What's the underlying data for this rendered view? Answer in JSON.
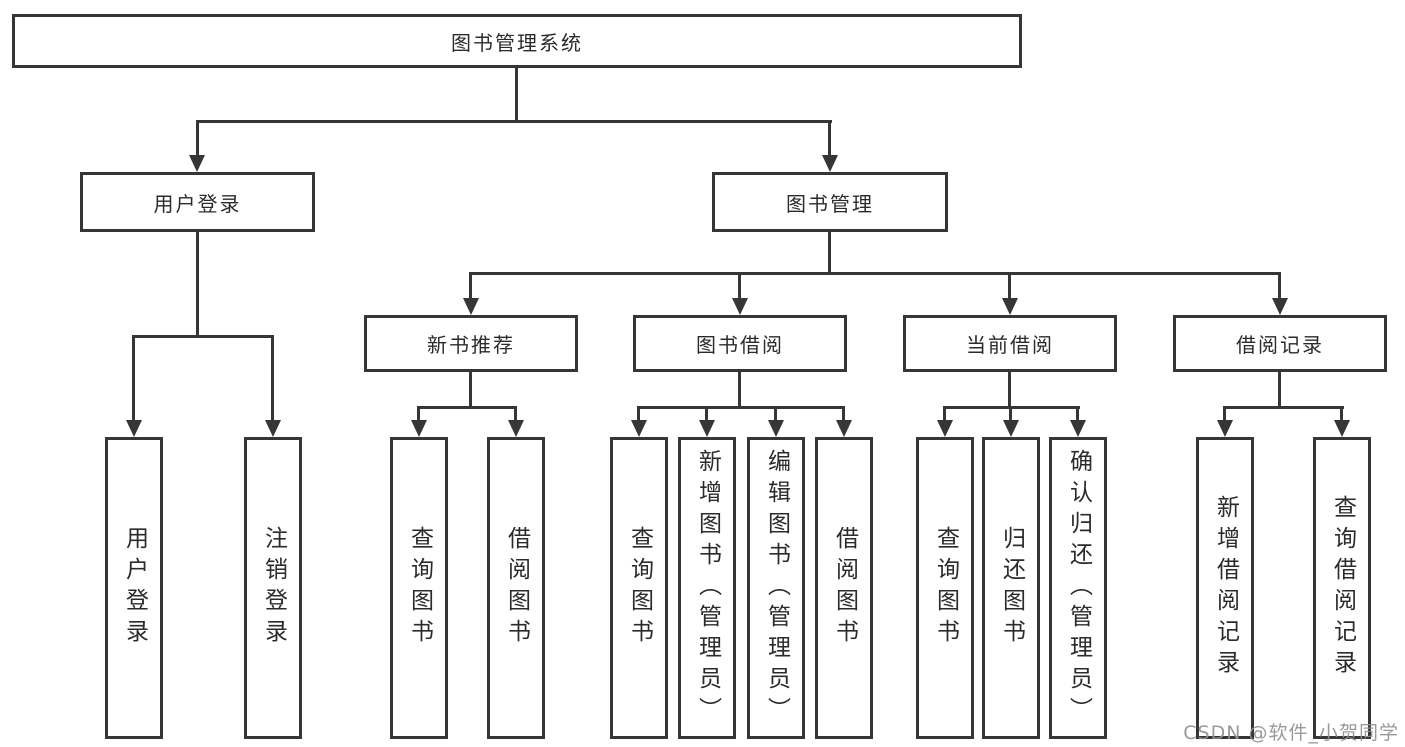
{
  "diagram": {
    "type": "tree",
    "labels": {
      "root": "图书管理系统",
      "user_login": "用户登录",
      "book_mgmt": "图书管理",
      "new_book_rec": "新书推荐",
      "book_borrow": "图书借阅",
      "current_borrow": "当前借阅",
      "borrow_record": "借阅记录",
      "leaf_user_login": "用户登录",
      "leaf_logout": "注销登录",
      "leaf_query_book_a": "查询图书",
      "leaf_borrow_book_a": "借阅图书",
      "leaf_query_book_b": "查询图书",
      "leaf_add_book_admin": "新增图书（管理员）",
      "leaf_edit_book_admin": "编辑图书（管理员）",
      "leaf_borrow_book_b": "借阅图书",
      "leaf_query_book_c": "查询图书",
      "leaf_return_book": "归还图书",
      "leaf_confirm_return_admin": "确认归还（管理员）",
      "leaf_add_borrow_record": "新增借阅记录",
      "leaf_query_borrow_record": "查询借阅记录"
    },
    "hierarchy": {
      "图书管理系统": {
        "用户登录": [
          "用户登录",
          "注销登录"
        ],
        "图书管理": {
          "新书推荐": [
            "查询图书",
            "借阅图书"
          ],
          "图书借阅": [
            "查询图书",
            "新增图书（管理员）",
            "编辑图书（管理员）",
            "借阅图书"
          ],
          "当前借阅": [
            "查询图书",
            "归还图书",
            "确认归还（管理员）"
          ],
          "借阅记录": [
            "新增借阅记录",
            "查询借阅记录"
          ]
        }
      }
    },
    "colors": {
      "line": "#363636",
      "box_border": "#363636",
      "text": "#2b2b2b",
      "background": "#ffffff",
      "watermark": "#919191"
    },
    "watermark": "CSDN @软件_小贺同学"
  }
}
